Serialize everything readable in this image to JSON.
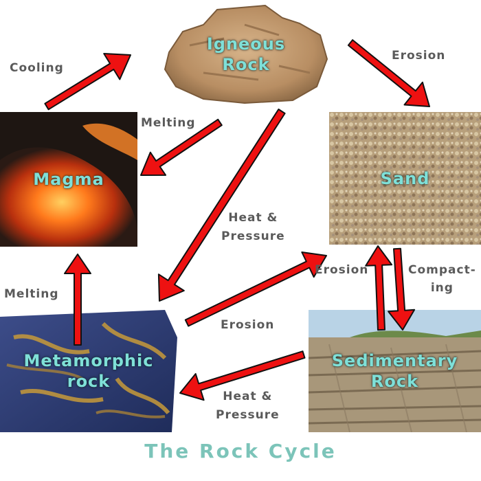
{
  "title": "The Rock Cycle",
  "nodes": {
    "igneous": "Igneous\nRock",
    "sand": "Sand",
    "magma": "Magma",
    "metamorphic": "Metamorphic\nrock",
    "sedimentary": "Sedimentary\nRock"
  },
  "edges": {
    "cooling": "Cooling",
    "erosion_igneous_sand": "Erosion",
    "melting_igneous_magma": "Melting",
    "heat_pressure_igneous_metamorphic": "Heat &\nPressure",
    "erosion_metamorphic_sand": "Erosion",
    "compacting": "Compact-\ning",
    "melting_metamorphic_magma": "Melting",
    "erosion_sedimentary_metamorphic": "Erosion",
    "heat_pressure_sedimentary_metamorphic": "Heat &\nPressure"
  },
  "colors": {
    "arrow_fill": "#ee1111",
    "arrow_outline": "#111111",
    "node_label": "#7fe0d8",
    "edge_label": "#5a5a5a",
    "title": "#7cc4b9"
  }
}
